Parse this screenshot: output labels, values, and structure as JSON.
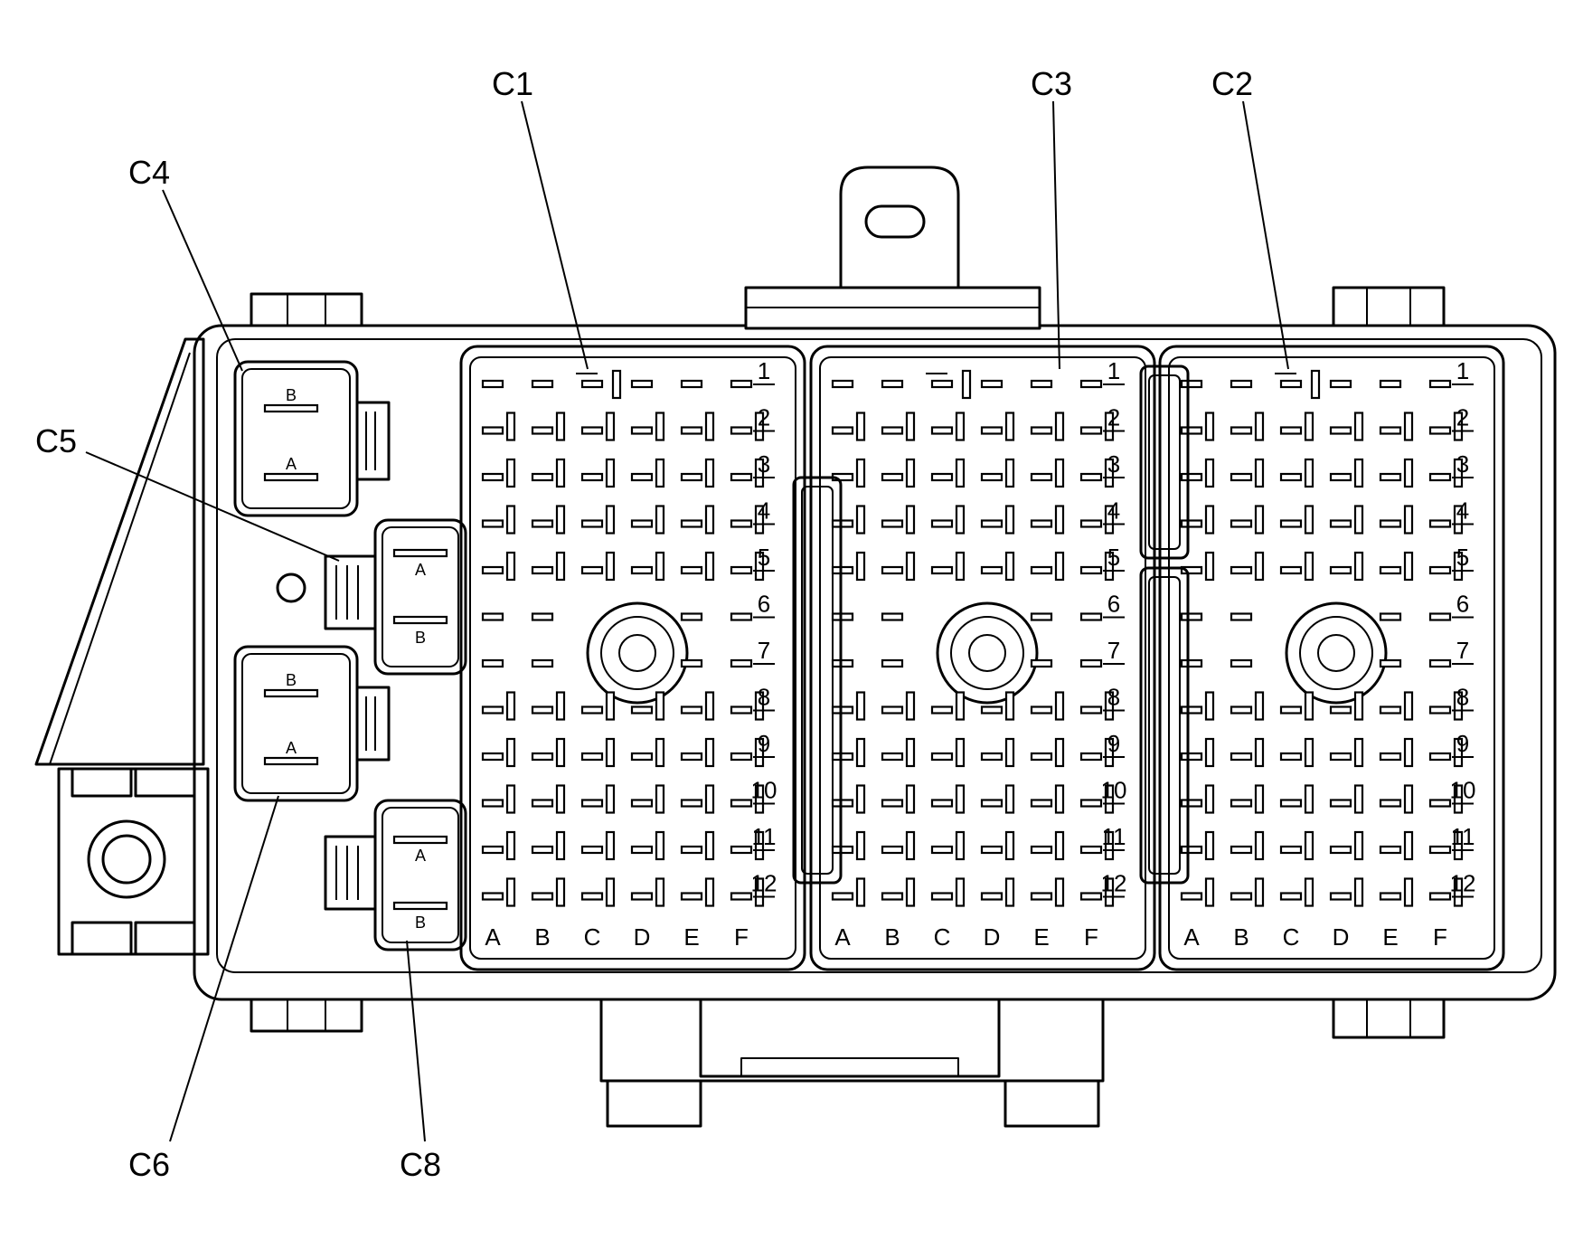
{
  "callouts": {
    "c1": "C1",
    "c2": "C2",
    "c3": "C3",
    "c4": "C4",
    "c5": "C5",
    "c6": "C6",
    "c8": "C8"
  },
  "small_connectors": {
    "c4": {
      "top": "B",
      "bottom": "A"
    },
    "c5": {
      "top": "A",
      "bottom": "B"
    },
    "c6": {
      "top": "B",
      "bottom": "A"
    },
    "c8": {
      "top": "A",
      "bottom": "B"
    }
  },
  "large_connectors": [
    {
      "name": "C1",
      "columns": [
        "A",
        "B",
        "C",
        "D",
        "E",
        "F"
      ],
      "rows": [
        "1",
        "2",
        "3",
        "4",
        "5",
        "6",
        "7",
        "8",
        "9",
        "10",
        "11",
        "12"
      ]
    },
    {
      "name": "C3",
      "columns": [
        "A",
        "B",
        "C",
        "D",
        "E",
        "F"
      ],
      "rows": [
        "1",
        "2",
        "3",
        "4",
        "5",
        "6",
        "7",
        "8",
        "9",
        "10",
        "11",
        "12"
      ]
    },
    {
      "name": "C2",
      "columns": [
        "A",
        "B",
        "C",
        "D",
        "E",
        "F"
      ],
      "rows": [
        "1",
        "2",
        "3",
        "4",
        "5",
        "6",
        "7",
        "8",
        "9",
        "10",
        "11",
        "12"
      ]
    }
  ]
}
